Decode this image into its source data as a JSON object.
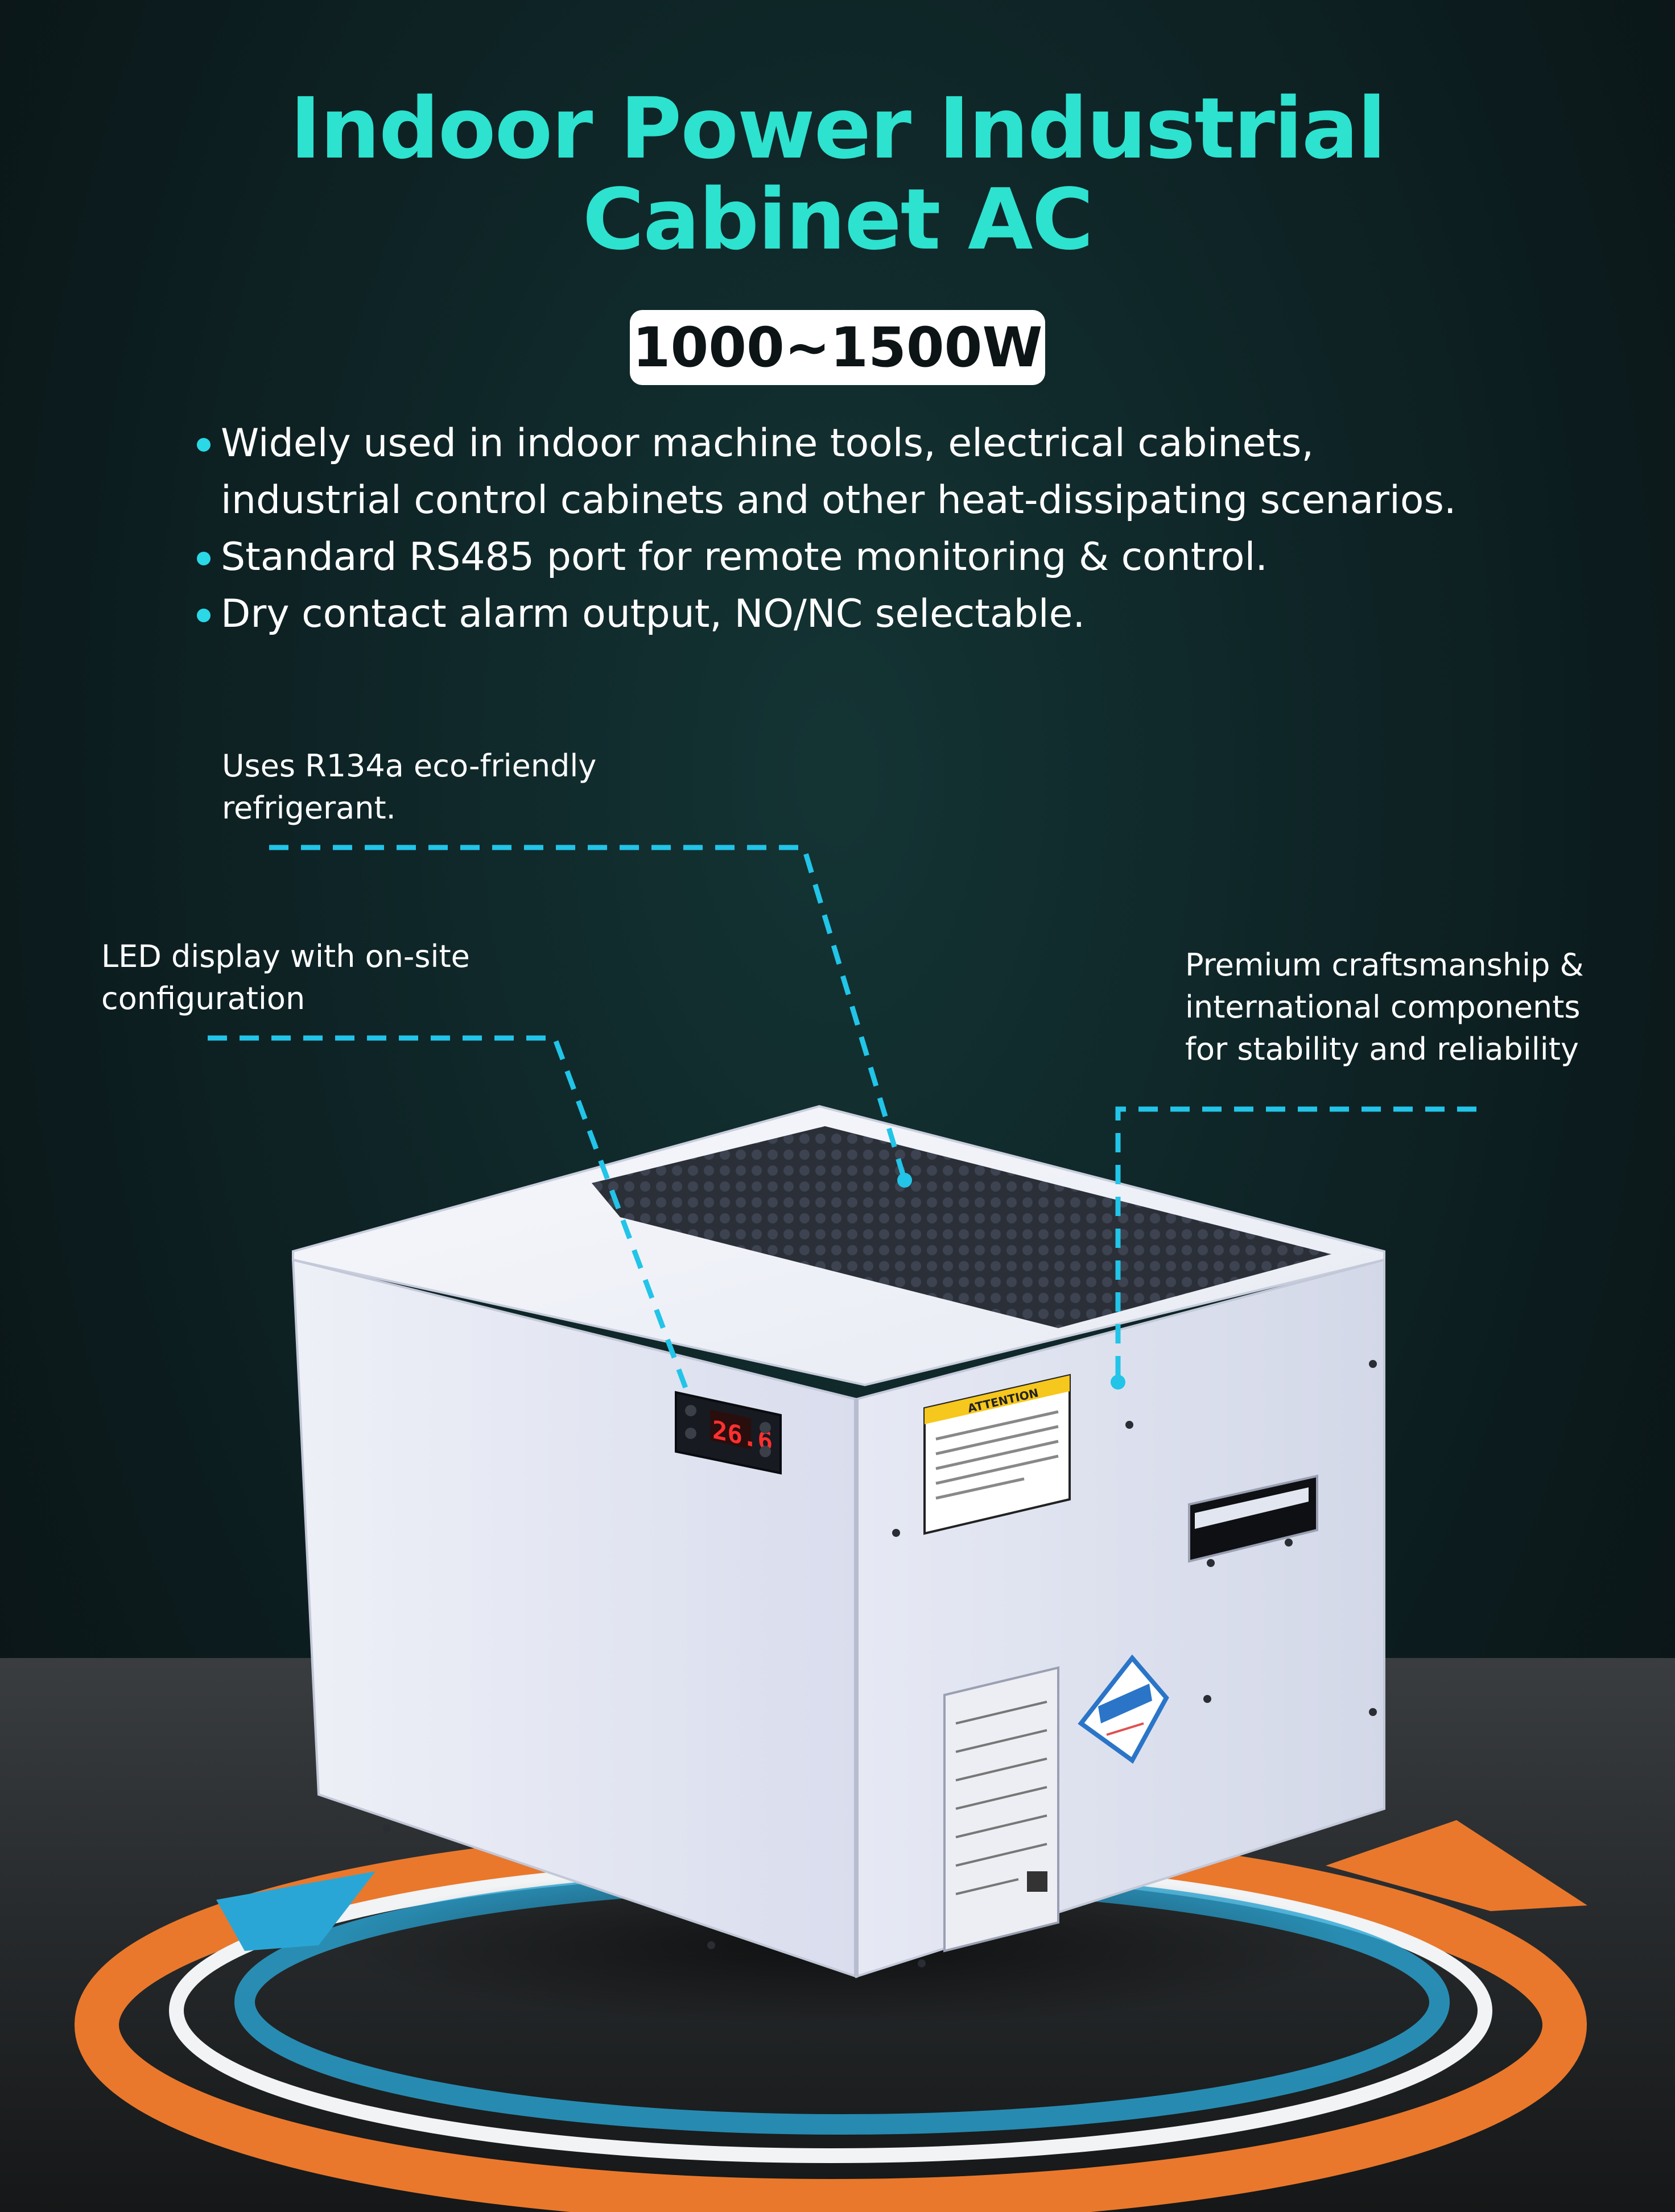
{
  "header": {
    "title_line1": "Indoor Power Industrial",
    "title_line2": "Cabinet AC",
    "power_range": "1000~1500W"
  },
  "features": [
    {
      "line1": "Widely used in indoor machine tools, electrical cabinets,",
      "line2": "industrial control cabinets and other heat-dissipating scenarios."
    },
    {
      "line1": "Standard RS485 port for remote monitoring & control."
    },
    {
      "line1": "Dry contact alarm output, NO/NC selectable."
    }
  ],
  "callouts": {
    "refrigerant": {
      "line1": "Uses R134a eco-friendly",
      "line2": "refrigerant."
    },
    "led_display": {
      "line1": "LED display with on-site",
      "line2": "configuration"
    },
    "craftsmanship": {
      "line1": "Premium craftsmanship &",
      "line2": "international components",
      "line3": "for stability and reliability"
    }
  },
  "product": {
    "display_reading": "26.6",
    "warning_label_title": "ATTENTION"
  },
  "colors": {
    "accent_teal": "#2de2cf",
    "callout_line_blue": "#22c4e8",
    "arrow_orange": "#e9782c",
    "arrow_blue": "#2aa6d6",
    "unit_body": "#dde2ee"
  }
}
